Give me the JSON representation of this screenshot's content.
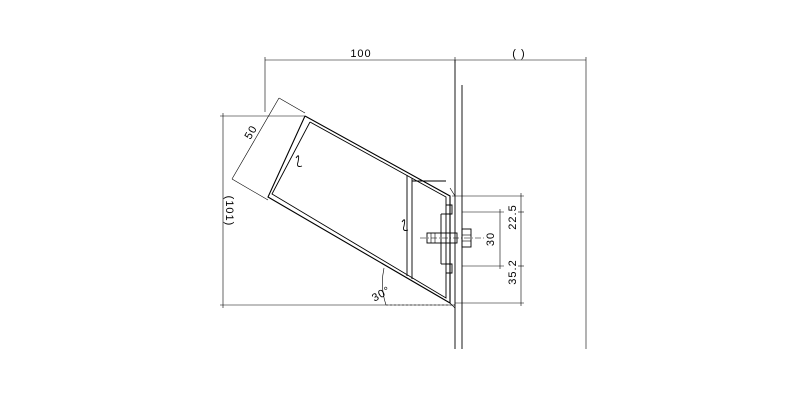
{
  "drawing": {
    "dim_top_width": "100",
    "dim_top_right": "(  )",
    "dim_slant_width": "50",
    "dim_height": "(101)",
    "dim_upper": "22.5",
    "dim_mid": "30",
    "dim_lower": "35.2",
    "angle": "30°"
  }
}
